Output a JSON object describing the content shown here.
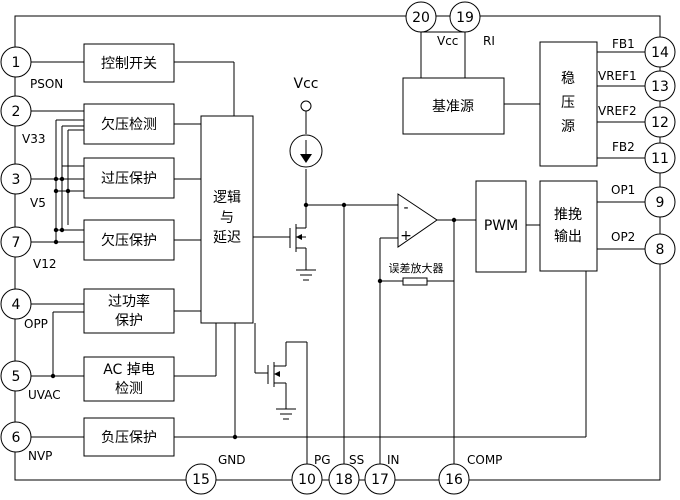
{
  "colors": {
    "line": "#000000",
    "background": "#ffffff"
  },
  "pins": {
    "p1": {
      "num": "1",
      "label": "PSON"
    },
    "p2": {
      "num": "2",
      "label": "V33"
    },
    "p3": {
      "num": "3",
      "label": "V5"
    },
    "p7": {
      "num": "7",
      "label": "V12"
    },
    "p4": {
      "num": "4",
      "label": "OPP"
    },
    "p5": {
      "num": "5",
      "label": "UVAC"
    },
    "p6": {
      "num": "6",
      "label": "NVP"
    },
    "p15": {
      "num": "15",
      "label": "GND"
    },
    "p10": {
      "num": "10",
      "label": "PG"
    },
    "p18": {
      "num": "18",
      "label": "SS"
    },
    "p17": {
      "num": "17",
      "label": "IN"
    },
    "p16": {
      "num": "16",
      "label": "COMP"
    },
    "p20": {
      "num": "20",
      "label": "Vcc"
    },
    "p19": {
      "num": "19",
      "label": "RI"
    },
    "p14": {
      "num": "14",
      "label": "FB1"
    },
    "p13": {
      "num": "13",
      "label": "VREF1"
    },
    "p12": {
      "num": "12",
      "label": "VREF2"
    },
    "p11": {
      "num": "11",
      "label": "FB2"
    },
    "p9": {
      "num": "9",
      "label": "OP1"
    },
    "p8": {
      "num": "8",
      "label": "OP2"
    }
  },
  "blocks": {
    "control_switch": "控制开关",
    "uv_detect": "欠压检测",
    "ov_protect": "过压保护",
    "uv_protect": "欠压保护",
    "op_protect": [
      "过功率",
      "保护"
    ],
    "ac_detect": [
      "AC 掉电",
      "检测"
    ],
    "nv_protect": "负压保护",
    "logic_delay": [
      "逻辑",
      "与",
      "延迟"
    ],
    "reference": "基准源",
    "regulator": [
      "稳",
      "压",
      "源"
    ],
    "pwm": "PWM",
    "push_pull": [
      "推挽",
      "输出"
    ],
    "error_amp": "误差放大器",
    "vcc_source": "Vcc",
    "opamp_minus": "-",
    "opamp_plus": "+"
  }
}
